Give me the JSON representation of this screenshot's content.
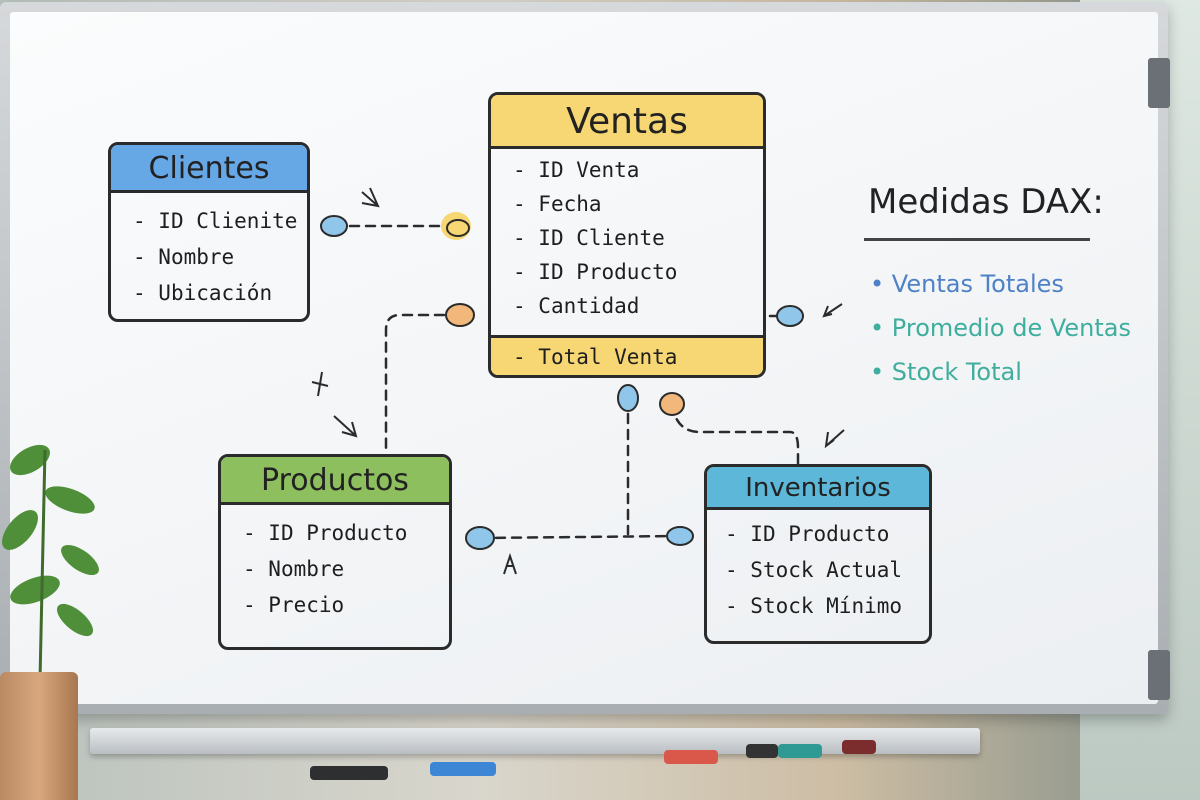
{
  "colors": {
    "clientes": "#66a7e6",
    "ventas": "#f6d773",
    "productos": "#8ebf5f",
    "inventarios": "#5cb7d8",
    "measure_blue": "#4f81c7",
    "measure_teal": "#3fae9e",
    "connector_blue": "#8fc6ea",
    "connector_orange": "#f2b77a"
  },
  "tables": {
    "clientes": {
      "title": "Clientes",
      "fields": [
        "ID Clienite",
        "Nombre",
        "Ubicación"
      ]
    },
    "ventas": {
      "title": "Ventas",
      "fields": [
        "ID Venta",
        "Fecha",
        "ID Cliente",
        "ID Producto",
        "Cantidad"
      ],
      "highlight_field": "Total Venta"
    },
    "productos": {
      "title": "Productos",
      "fields": [
        "ID Producto",
        "Nombre",
        "Precio"
      ]
    },
    "inventarios": {
      "title": "Inventarios",
      "fields": [
        "ID Producto",
        "Stock Actual",
        "Stock Mínimo"
      ]
    }
  },
  "dax": {
    "title": "Medidas DAX:",
    "measures": [
      {
        "label": "Ventas Totales",
        "color": "#4f81c7"
      },
      {
        "label": "Promedio de Ventas",
        "color": "#3fae9e"
      },
      {
        "label": "Stock Total",
        "color": "#3fae9e"
      }
    ]
  }
}
